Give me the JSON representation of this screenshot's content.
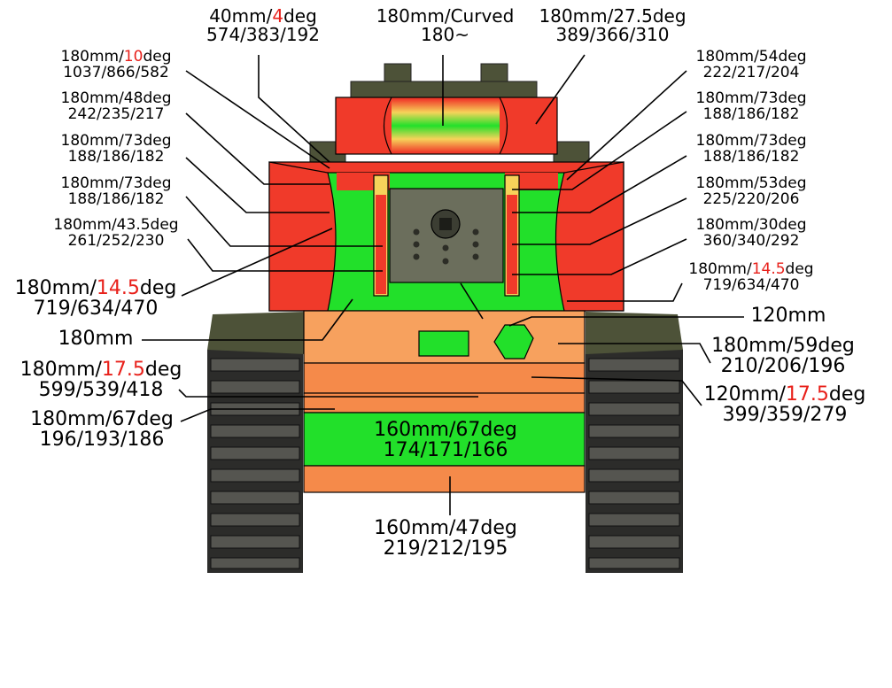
{
  "colors": {
    "red_zone": "#f03a2a",
    "green_zone": "#22e02a",
    "orange_zone": "#f58a4a",
    "light_orange_zone": "#f7a15e",
    "yellow_zone": "#f6d35a",
    "tank_hull": "#4d5238",
    "track": "#2c2c2a",
    "label_highlight": "#e8201a"
  },
  "labels": [
    {
      "id": "turret-top-left",
      "pre": "40mm/",
      "hl": "4",
      "post": "deg",
      "line2": "574/383/192"
    },
    {
      "id": "turret-front-center",
      "pre": "180mm/Curved",
      "hl": "",
      "post": "",
      "line2": "180~"
    },
    {
      "id": "turret-top-right",
      "pre": "180mm/27.5deg",
      "hl": "",
      "post": "",
      "line2": "389/366/310"
    },
    {
      "id": "left-1",
      "pre": "180mm/",
      "hl": "10",
      "post": "deg",
      "line2": "1037/866/582"
    },
    {
      "id": "left-2",
      "pre": "180mm/48deg",
      "hl": "",
      "post": "",
      "line2": "242/235/217"
    },
    {
      "id": "left-3",
      "pre": "180mm/73deg",
      "hl": "",
      "post": "",
      "line2": "188/186/182"
    },
    {
      "id": "left-4",
      "pre": "180mm/73deg",
      "hl": "",
      "post": "",
      "line2": "188/186/182"
    },
    {
      "id": "left-5",
      "pre": "180mm/43.5deg",
      "hl": "",
      "post": "",
      "line2": "261/252/230"
    },
    {
      "id": "left-6",
      "pre": "180mm/",
      "hl": "14.5",
      "post": "deg",
      "line2": "719/634/470"
    },
    {
      "id": "left-7",
      "pre": "180mm",
      "hl": "",
      "post": "",
      "line2": ""
    },
    {
      "id": "left-8",
      "pre": "180mm/",
      "hl": "17.5",
      "post": "deg",
      "line2": "599/539/418"
    },
    {
      "id": "left-9",
      "pre": "180mm/67deg",
      "hl": "",
      "post": "",
      "line2": "196/193/186"
    },
    {
      "id": "right-1",
      "pre": "180mm/54deg",
      "hl": "",
      "post": "",
      "line2": "222/217/204"
    },
    {
      "id": "right-2",
      "pre": "180mm/73deg",
      "hl": "",
      "post": "",
      "line2": "188/186/182"
    },
    {
      "id": "right-3",
      "pre": "180mm/73deg",
      "hl": "",
      "post": "",
      "line2": "188/186/182"
    },
    {
      "id": "right-4",
      "pre": "180mm/53deg",
      "hl": "",
      "post": "",
      "line2": "225/220/206"
    },
    {
      "id": "right-5",
      "pre": "180mm/30deg",
      "hl": "",
      "post": "",
      "line2": "360/340/292"
    },
    {
      "id": "right-6",
      "pre": "180mm/",
      "hl": "14.5",
      "post": "deg",
      "line2": "719/634/470"
    },
    {
      "id": "right-7",
      "pre": "120mm",
      "hl": "",
      "post": "",
      "line2": ""
    },
    {
      "id": "right-8",
      "pre": "180mm/59deg",
      "hl": "",
      "post": "",
      "line2": "210/206/196"
    },
    {
      "id": "right-9",
      "pre": "120mm/",
      "hl": "17.5",
      "post": "deg",
      "line2": "399/359/279"
    },
    {
      "id": "hull-upper-glacis",
      "pre": "160mm/67deg",
      "hl": "",
      "post": "",
      "line2": "174/171/166"
    },
    {
      "id": "hull-lower-plate",
      "pre": "160mm/47deg",
      "hl": "",
      "post": "",
      "line2": "219/212/195"
    }
  ]
}
